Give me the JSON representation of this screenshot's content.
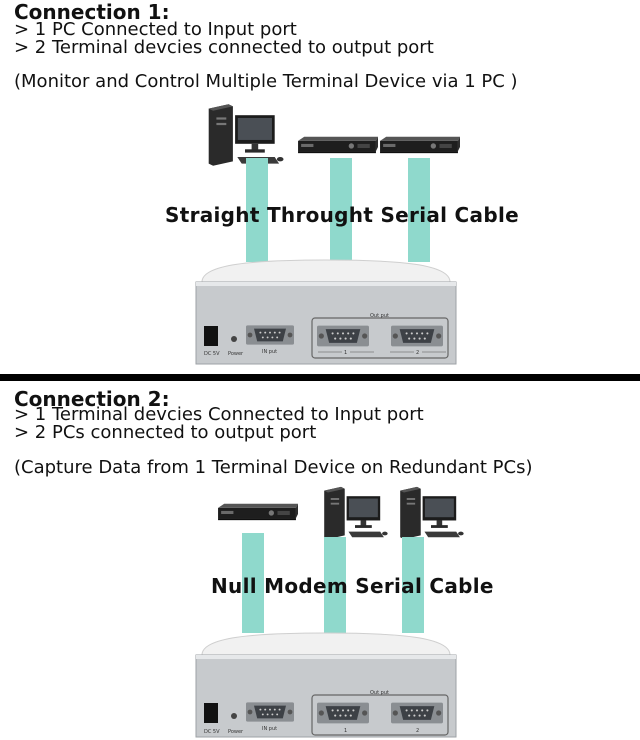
{
  "connection1": {
    "title": "Connection 1:",
    "line1": "> 1 PC Connected to Input port",
    "line2": "> 2 Terminal devcies connected to output port",
    "description": "(Monitor and Control Multiple Terminal Device via 1 PC )",
    "cable_label": "Straight Throught Serial Cable"
  },
  "connection2": {
    "title": "Connection 2:",
    "line1": "> 1 Terminal devcies Connected to Input port",
    "line2": "> 2 PCs connected to output port",
    "description": "(Capture Data from 1 Terminal Device on Redundant PCs)",
    "cable_label": "Null Modem Serial Cable"
  },
  "device_panel": {
    "dc_label": "DC 5V",
    "power_label": "Power",
    "input_label": "IN put",
    "output_label": "Out put",
    "port1": "1",
    "port2": "2"
  },
  "icons": {
    "pc": "desktop-pc-icon",
    "terminal": "terminal-device-icon"
  }
}
